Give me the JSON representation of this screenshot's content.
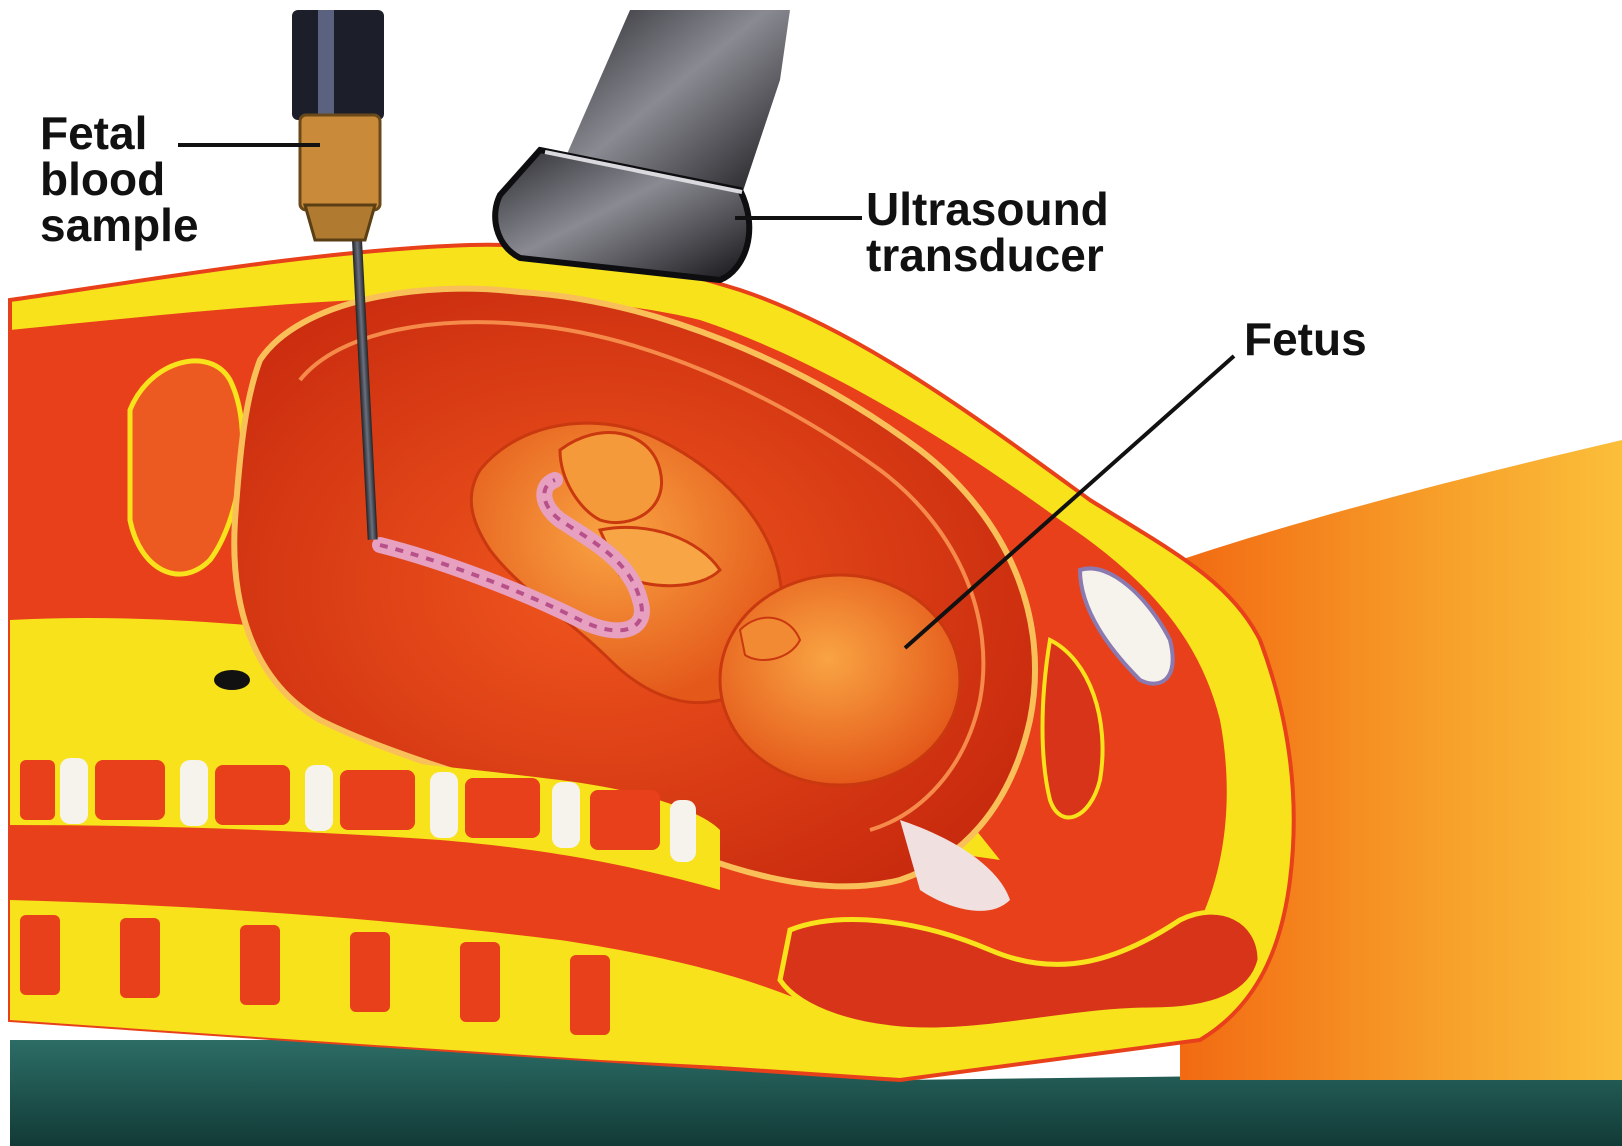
{
  "labels": {
    "fetal_blood_sample": [
      "Fetal",
      "blood",
      "sample"
    ],
    "ultrasound_transducer": [
      "Ultrasound",
      "transducer"
    ],
    "fetus": "Fetus"
  },
  "colors": {
    "tissue_red": "#e8401a",
    "fat_yellow": "#f7e21c",
    "skin_orange": "#f58a1e",
    "probe_black": "#1e1e22",
    "bone_white": "#f6f2ec",
    "table_teal": "#1f5a55",
    "leader_line": "#111111"
  }
}
